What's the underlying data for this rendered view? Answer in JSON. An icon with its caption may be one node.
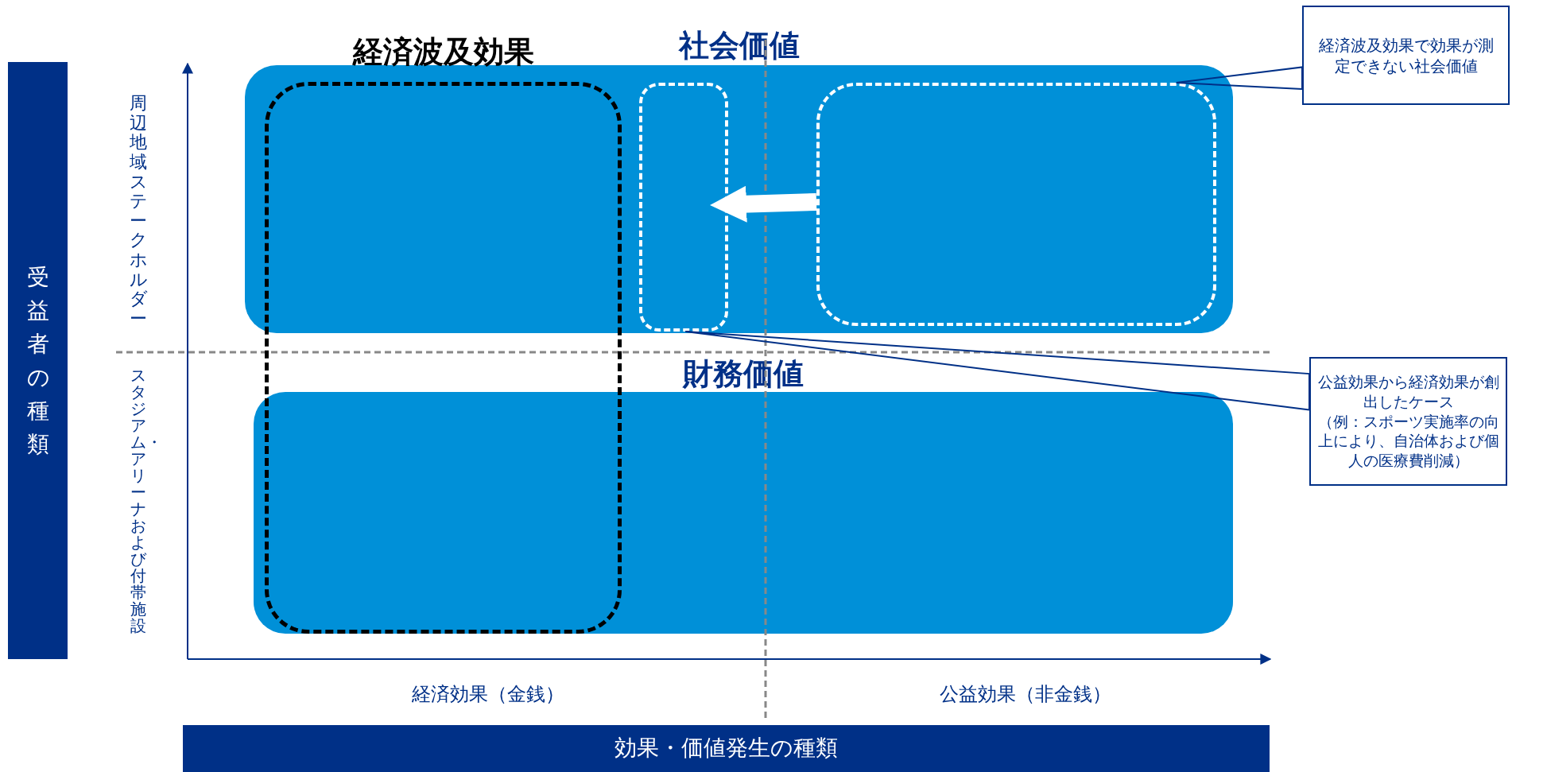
{
  "diagram": {
    "nodes": [
      {
        "text": [
          "社会価値"
        ]
      },
      {
        "text": [
          "財務価値"
        ]
      },
      {
        "text": [
          "経済波及効果"
        ]
      },
      {
        "text": [],
        "shape": "box",
        "in": 0
      },
      {
        "text": [],
        "shape": "box",
        "in": 0
      },
      {
        "text": [
          "経済波及効果で効果が測定できない社会価値"
        ]
      },
      {
        "text": [
          "公益効果から経済効果が創出したケース",
          "（例：スポーツ実施率の向上により、自治体および個人の医療費削減）"
        ]
      },
      {
        "text": [
          "受益者の種類"
        ]
      },
      {
        "text": [
          "効果・価値発生の種類"
        ]
      }
    ],
    "edges": [
      {
        "from": 5,
        "to": 4,
        "arrow": "none"
      },
      {
        "from": 6,
        "to": 3,
        "arrow": "none"
      },
      {
        "from": 4,
        "to": 3,
        "arrow": "to",
        "style": "thick",
        "color": "#ffffff"
      }
    ],
    "labels": [
      "周辺地域ステークホルダー",
      "スタジアム・アリーナおよび付帯施設",
      "経済効果（金銭）",
      "公益効果（非金銭）"
    ]
  }
}
